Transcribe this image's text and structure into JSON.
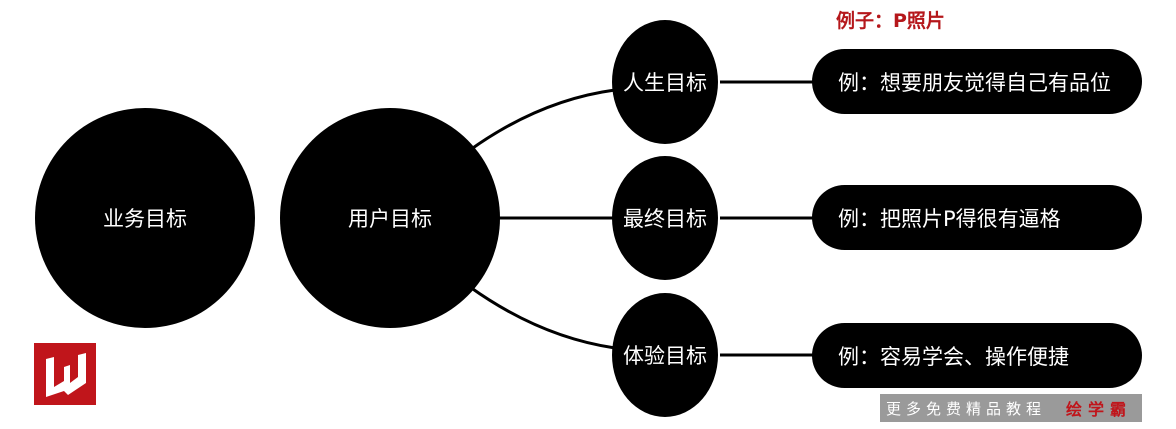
{
  "example_title": "例子：P照片",
  "business_goal": "业务目标",
  "user_goal": "用户目标",
  "goals": [
    {
      "label": "人生目标",
      "example": "例：想要朋友觉得自己有品位"
    },
    {
      "label": "最终目标",
      "example": "例：把照片P得很有逼格"
    },
    {
      "label": "体验目标",
      "example": "例：容易学会、操作便捷"
    }
  ],
  "watermark": {
    "line1": "更多免费精品教程",
    "brand": "绘学霸"
  }
}
